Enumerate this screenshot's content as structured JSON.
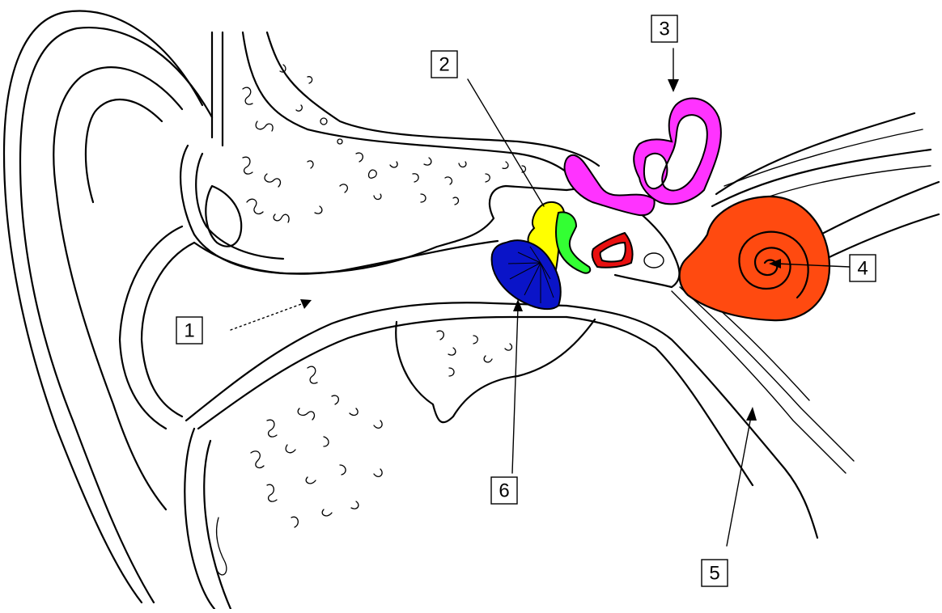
{
  "labels": [
    {
      "id": "1",
      "text": "1"
    },
    {
      "id": "2",
      "text": "2"
    },
    {
      "id": "3",
      "text": "3"
    },
    {
      "id": "4",
      "text": "4"
    },
    {
      "id": "5",
      "text": "5"
    },
    {
      "id": "6",
      "text": "6"
    }
  ],
  "colors": {
    "eardrum": "#0a14c8",
    "malleus": "#ffff00",
    "incus": "#33ff33",
    "stapes": "#e81010",
    "semicircular_canals": "#ff33ff",
    "cochlea": "#ff4a10",
    "outline": "#000000"
  }
}
